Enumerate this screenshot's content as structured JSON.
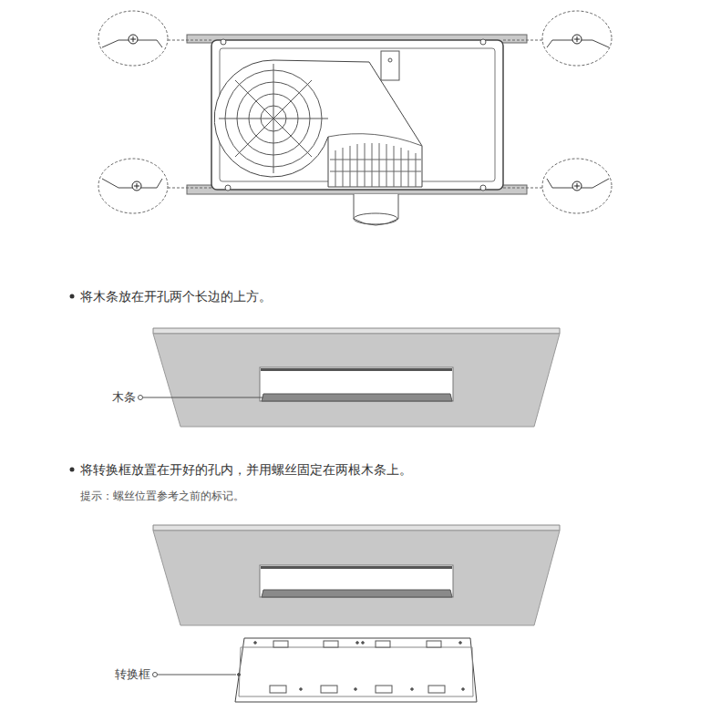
{
  "diagram": {
    "labels": [
      "将木条放在开孔两个长边的上方。",
      "木条",
      "将转换框放置在开好的孔内，并用螺丝固定在两根木条上。",
      "提示：螺丝位置参考之前的标记。",
      "转换框"
    ]
  }
}
